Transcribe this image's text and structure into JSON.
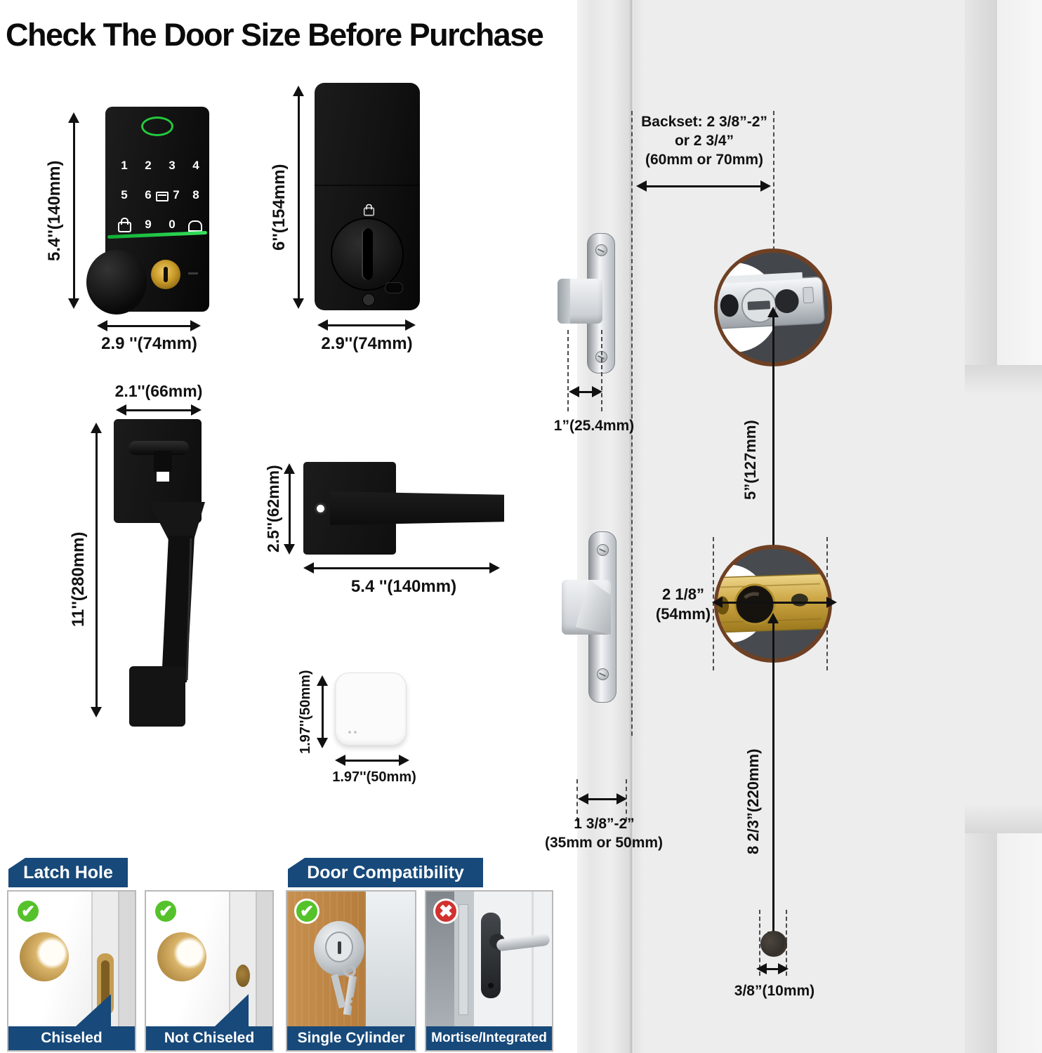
{
  "title": "Check The Door Size Before Purchase",
  "front_lock": {
    "height_label": "5.4''(140mm)",
    "width_label": "2.9 ''(74mm)",
    "keys": [
      "1",
      "2",
      "3",
      "4",
      "5",
      "6",
      "7",
      "8",
      "9",
      "0"
    ]
  },
  "interior_unit": {
    "height_label": "6''(154mm)",
    "width_label": "2.9''(74mm)"
  },
  "handle_set": {
    "width_label": "2.1''(66mm)",
    "height_label": "11''(280mm)"
  },
  "lever": {
    "height_label": "2.5''(62mm)",
    "width_label": "5.4 ''(140mm)"
  },
  "wifi_hub": {
    "height_label": "1.97''(50mm)",
    "width_label": "1.97''(50mm)"
  },
  "door_diagram": {
    "backset_line1": "Backset: 2 3/8”-2”",
    "backset_line2": "or 2 3/4”",
    "backset_line3": "(60mm or 70mm)",
    "latch_bolt_depth": "1”(25.4mm)",
    "bore_spacing": "5”(127mm)",
    "cross_bore_line1": "2 1/8”",
    "cross_bore_line2": "(54mm)",
    "door_thickness_line1": "1 3/8”-2”",
    "door_thickness_line2": "(35mm or 50mm)",
    "lower_spacing": "8 2/3”(220mm)",
    "edge_hole": "3/8”(10mm)"
  },
  "latch_hole_section": {
    "header": "Latch Hole",
    "options": [
      {
        "label": "Chiseled",
        "status": "check"
      },
      {
        "label": "Not Chiseled",
        "status": "check"
      }
    ]
  },
  "door_compatibility_section": {
    "header": "Door Compatibility",
    "options": [
      {
        "label": "Single Cylinder",
        "status": "check"
      },
      {
        "label": "Mortise/Integrated",
        "status": "cross"
      }
    ]
  },
  "icons": {
    "check": "✔",
    "cross": "✖"
  },
  "colors": {
    "navy": "#17497A",
    "check_green": "#55C22B",
    "cross_red": "#D2312E",
    "led_green": "#22D24A",
    "brass": "#C9A23F",
    "wood_rim": "#6F4023"
  }
}
